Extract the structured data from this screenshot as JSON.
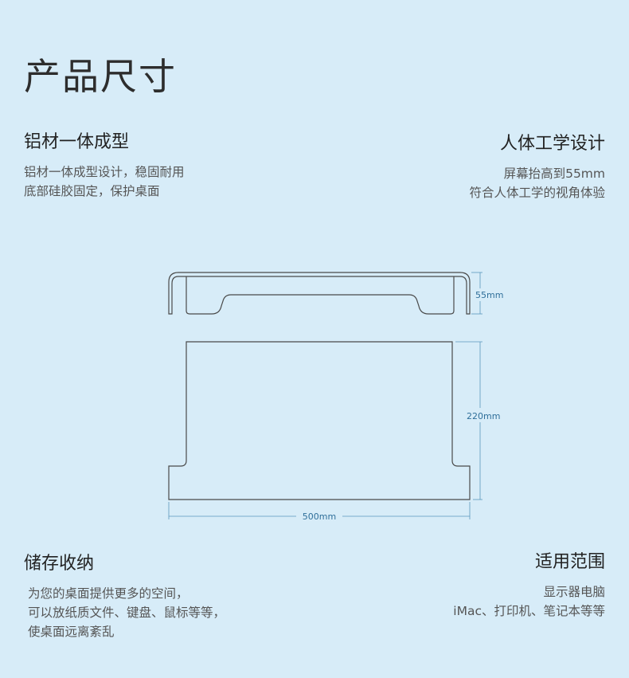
{
  "title": "产品尺寸",
  "features": {
    "aluminum": {
      "heading": "铝材一体成型",
      "lines": [
        "铝材一体成型设计，稳固耐用",
        "底部硅胶固定，保护桌面"
      ]
    },
    "ergonomic": {
      "heading": "人体工学设计",
      "lines": [
        "屏幕抬高到55mm",
        "符合人体工学的视角体验"
      ]
    },
    "storage": {
      "heading": "储存收纳",
      "lines": [
        "为您的桌面提供更多的空间，",
        "可以放纸质文件、键盘、鼠标等等，",
        "使桌面远离紊乱"
      ]
    },
    "compatibility": {
      "heading": "适用范围",
      "lines": [
        "显示器电脑",
        "iMac、打印机、笔记本等等"
      ]
    }
  },
  "dimensions": {
    "height": "55mm",
    "depth": "220mm",
    "width": "500mm"
  },
  "colors": {
    "background": "#d7ecf8",
    "outline": "#4a4a4a",
    "dimension": "#2f6f9a"
  }
}
